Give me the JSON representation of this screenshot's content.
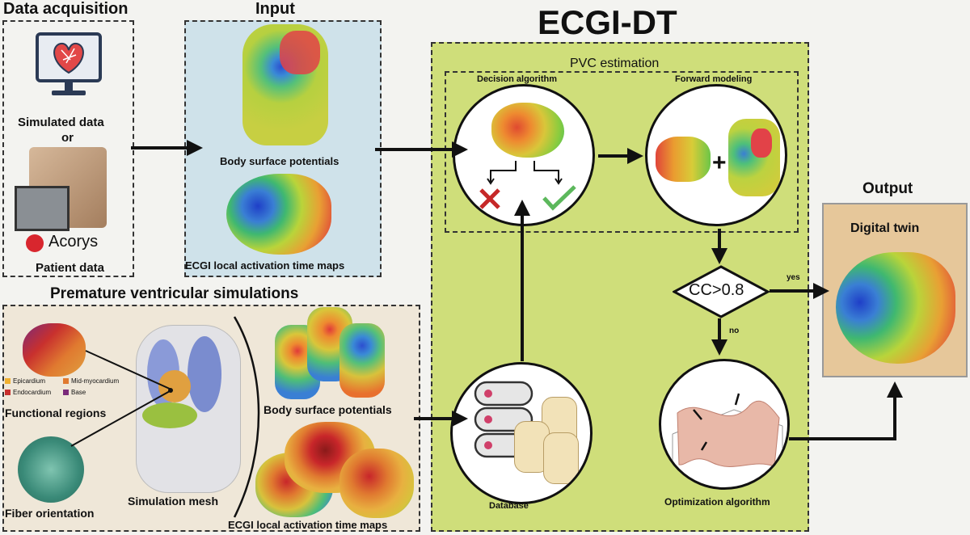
{
  "title": "ECGI-DT",
  "data_acquisition": {
    "heading": "Data acquisition",
    "simulated": "Simulated data",
    "or": "or",
    "brand": "Acorys",
    "patient": "Patient data"
  },
  "input": {
    "heading": "Input",
    "bsp": "Body surface potentials",
    "lat": "ECGI local activation time maps"
  },
  "pvc": {
    "heading": "PVC estimation",
    "decision": "Decision algorithm",
    "forward": "Forward modeling",
    "condition": "CC>0.8",
    "yes": "yes",
    "no": "no",
    "database": "Database",
    "optimization": "Optimization algorithm"
  },
  "premature": {
    "heading": "Premature ventricular simulations",
    "functional": "Functional regions",
    "fiber": "Fiber orientation",
    "mesh": "Simulation mesh",
    "bsp": "Body surface potentials",
    "lat": "ECGI local activation time maps",
    "legend": [
      "Epicardium",
      "Mid-myocardium",
      "Endocardium",
      "Base"
    ]
  },
  "output": {
    "heading": "Output",
    "twin": "Digital twin"
  },
  "colors": {
    "green_panel": "#cfde7a",
    "input_panel": "#cfe2ea",
    "output_panel": "#e6c79a",
    "premature_panel": "#efe7d8"
  }
}
